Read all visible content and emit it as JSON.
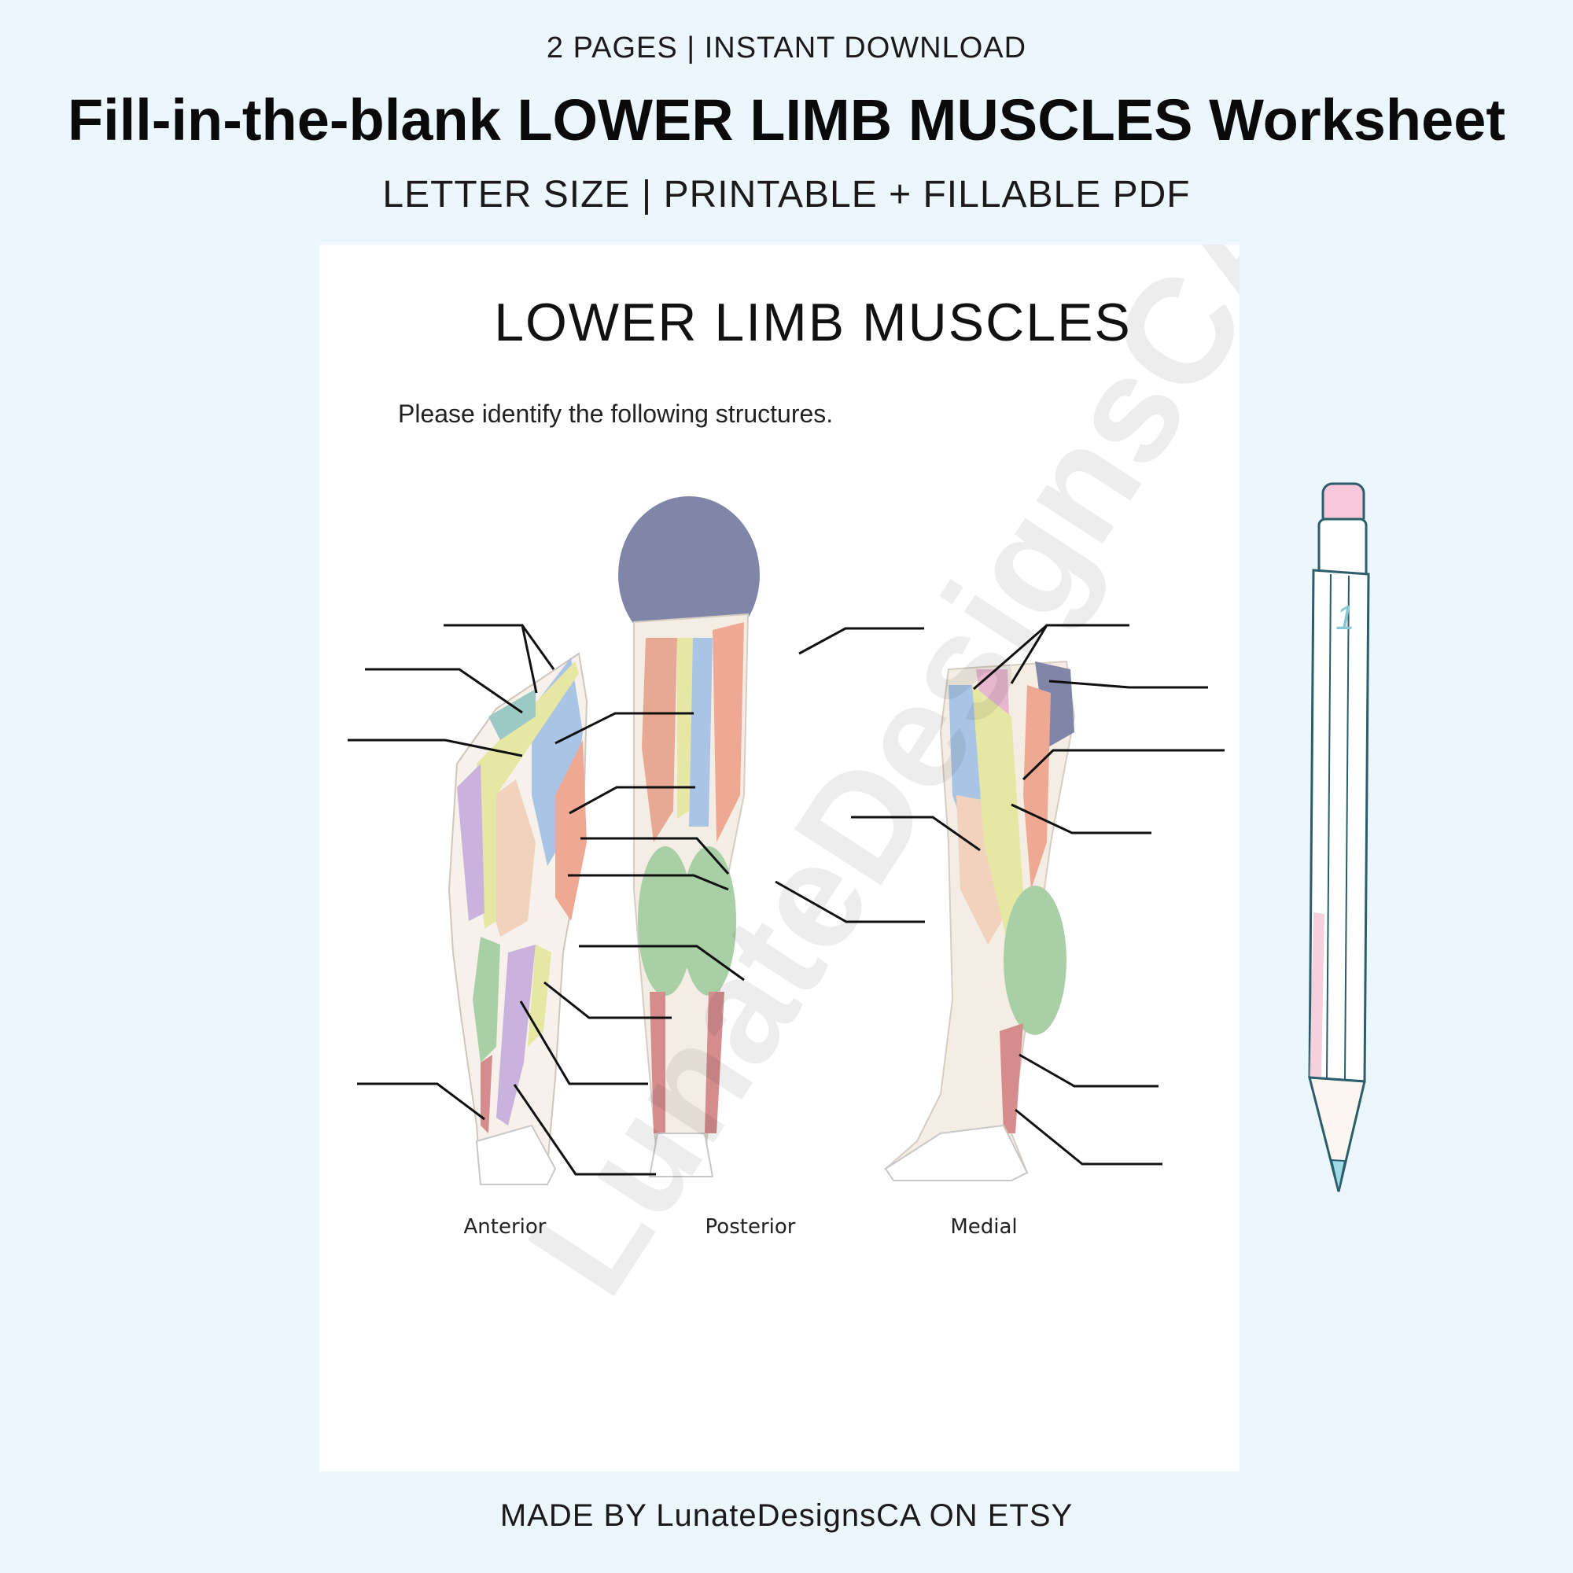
{
  "header": {
    "pages_line": "2 PAGES | INSTANT DOWNLOAD",
    "title": "Fill-in-the-blank LOWER LIMB MUSCLES Worksheet",
    "subtitle": "LETTER SIZE | PRINTABLE + FILLABLE PDF"
  },
  "worksheet": {
    "title": "LOWER LIMB MUSCLES",
    "instruction": "Please identify the following structures.",
    "views": [
      "Anterior",
      "Posterior",
      "Medial"
    ],
    "watermark": "LunateDesignsCA"
  },
  "pencil": {
    "number": "1"
  },
  "footer": {
    "text": "MADE BY LunateDesignsCA ON ETSY"
  },
  "colors": {
    "background": "#ecf6fd",
    "sheet": "#ffffff",
    "muscle_blue": "#aac4e6",
    "muscle_salmon": "#eea894",
    "muscle_yellow": "#e6e7a3",
    "muscle_green": "#a9cfa6",
    "muscle_lavender": "#c9b3dc",
    "muscle_navy": "#7f86a8",
    "muscle_pink": "#e7b6cf",
    "muscle_peach": "#f1d3bd"
  }
}
